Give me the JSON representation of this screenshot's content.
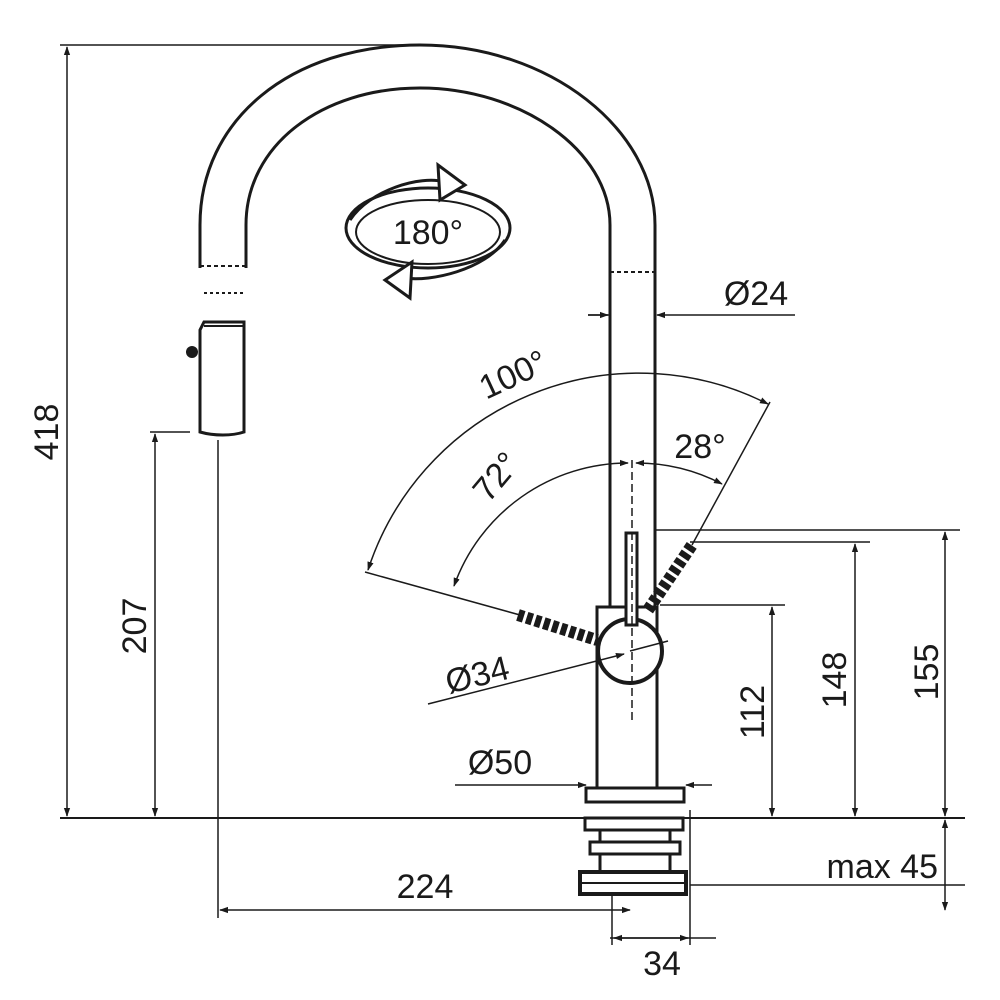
{
  "drawing": {
    "rotation_label": "180°",
    "dimensions": {
      "total_height": "418",
      "spout_outlet_height": "207",
      "spout_diameter": "Ø24",
      "lever_swing_total": "100°",
      "lever_swing_forward": "72°",
      "lever_swing_back": "28°",
      "lever_hub_diameter": "Ø34",
      "base_diameter": "Ø50",
      "hub_height": "112",
      "lever_height": "148",
      "lever_tip_height": "155",
      "spout_reach": "224",
      "base_width": "34",
      "mounting_thickness": "max 45"
    }
  }
}
